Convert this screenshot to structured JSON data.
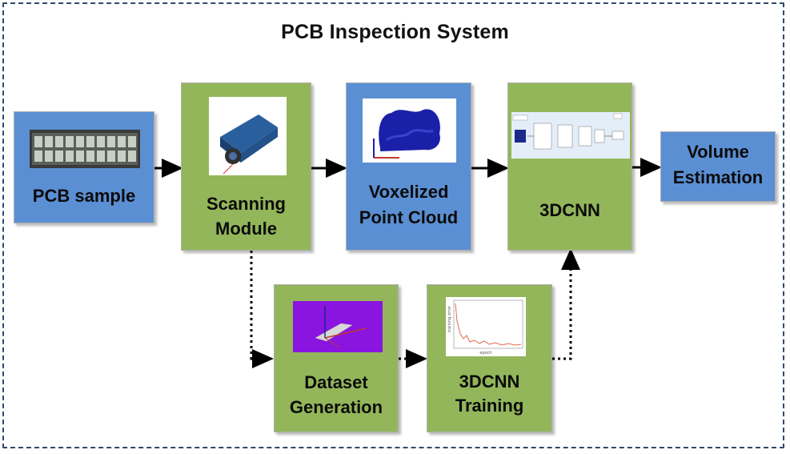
{
  "diagram": {
    "title": "PCB Inspection System",
    "nodes": {
      "pcb_sample": {
        "label": "PCB sample"
      },
      "scanning_module": {
        "label_lines": [
          "Scanning",
          "Module"
        ]
      },
      "voxelized": {
        "label_lines": [
          "Voxelized",
          "Point Cloud"
        ]
      },
      "cnn3d": {
        "label": "3DCNN"
      },
      "volume": {
        "label_lines": [
          "Volume",
          "Estimation"
        ]
      },
      "dataset": {
        "label_lines": [
          "Dataset",
          "Generation"
        ]
      },
      "training": {
        "label_lines": [
          "3DCNN",
          "Training"
        ]
      }
    },
    "colors": {
      "blue_box": "#5b8fd3",
      "green_box": "#93b65a",
      "frame": "#2e4a6e",
      "arrow": "#000000",
      "dataset_thumb_bg": "#8a14e0"
    },
    "icons": [
      "pcb-board-photo",
      "laser-scanner-photo",
      "voxel-point-cloud-image",
      "cnn-architecture-image",
      "dataset-render-image",
      "training-error-plot-image"
    ]
  }
}
